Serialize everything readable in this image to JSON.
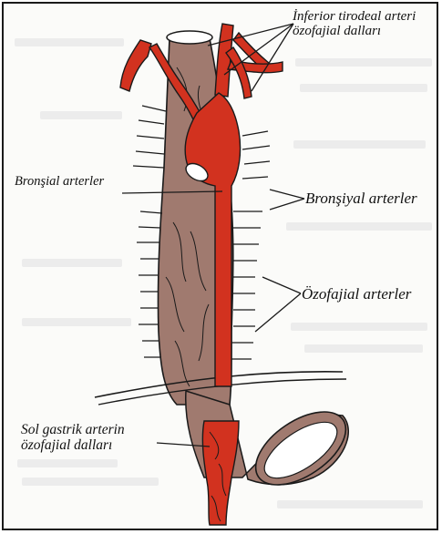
{
  "figure": {
    "labels": {
      "inferior_thyroid_line1": "İnferior tirodeal arteri",
      "inferior_thyroid_line2": "özofajial dalları",
      "bronchial_left": "Bronşial arterler",
      "bronchial_right": "Bronşiyal arterler",
      "esophageal": "Özofajial arterler",
      "left_gastric_line1": "Sol gastrik arterin",
      "left_gastric_line2": "özofajial dalları"
    },
    "colors": {
      "esophagus": "#a07a6f",
      "artery": "#d2321f",
      "outline": "#1a1a1a",
      "frame": "#1a1a1a"
    }
  }
}
